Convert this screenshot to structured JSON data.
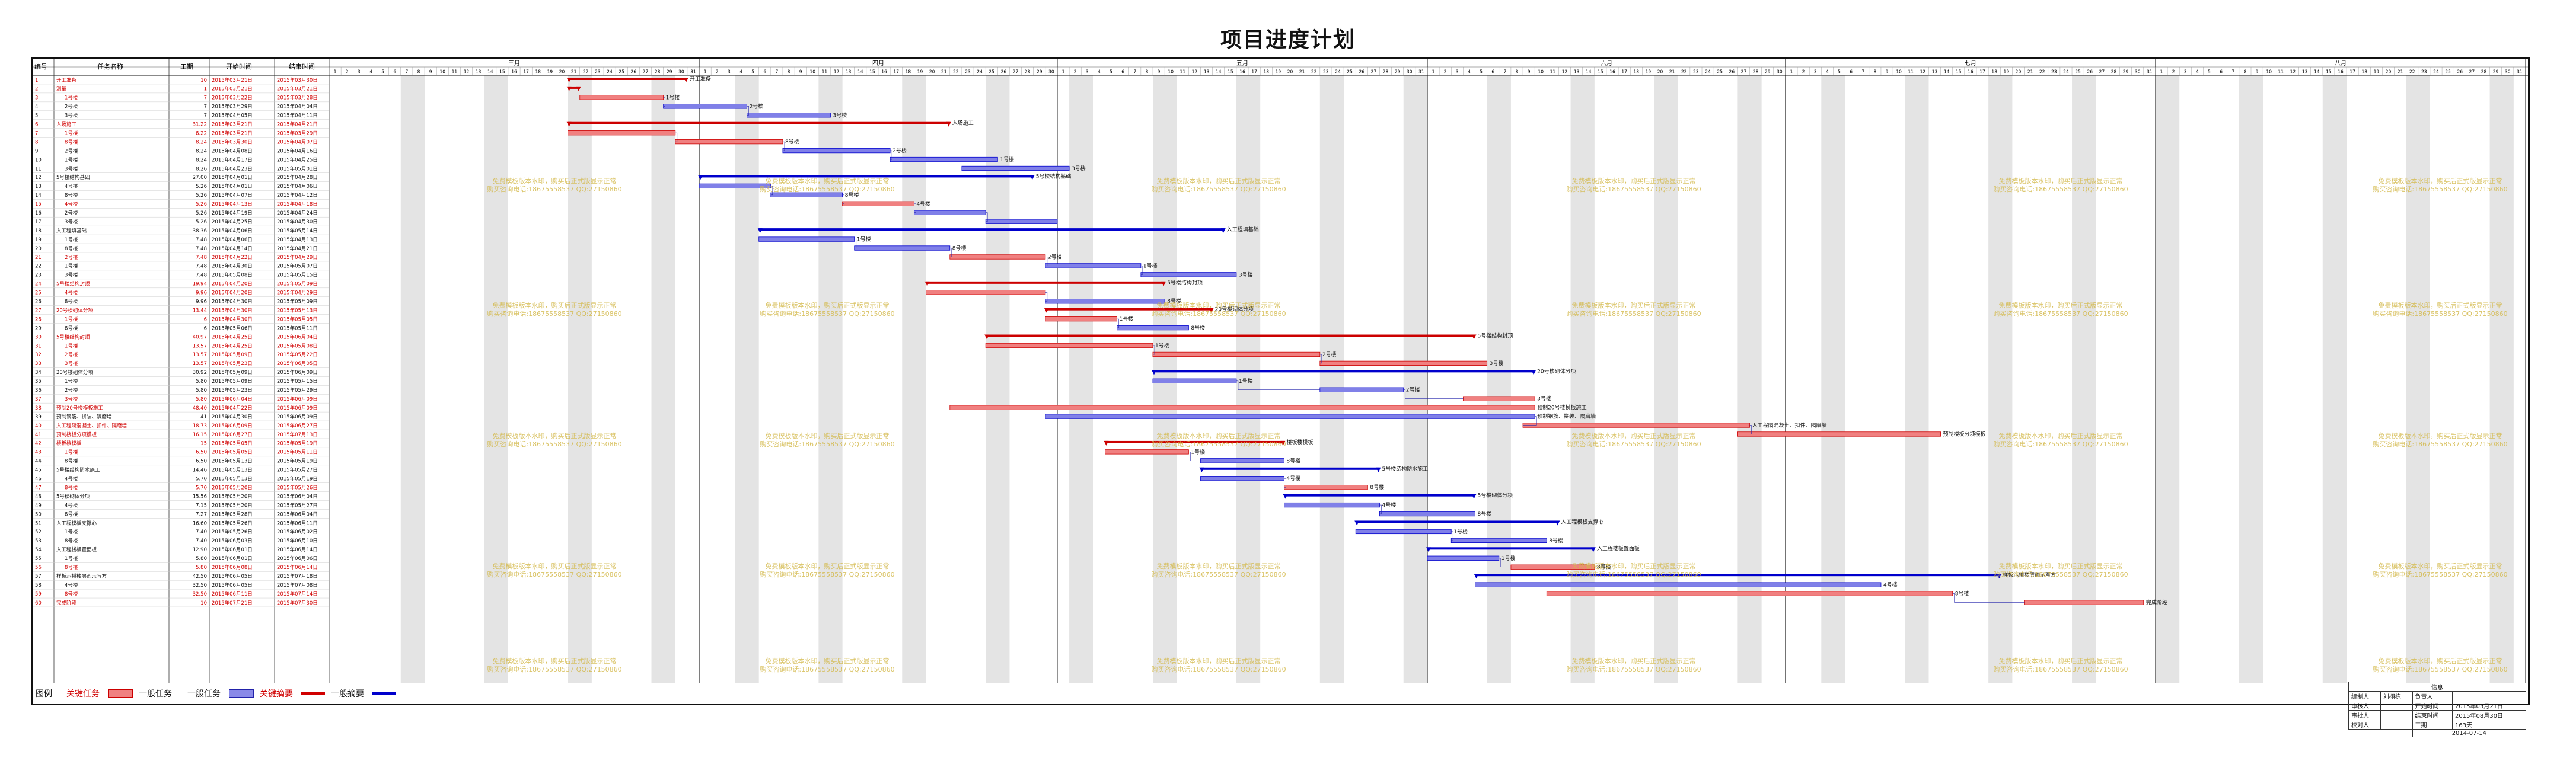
{
  "title": "项目进度计划",
  "header": {
    "col_id": "编号",
    "col_name": "任务名称",
    "col_dur": "工期",
    "col_start": "开始时间",
    "col_end": "结束时间"
  },
  "months": [
    "三月",
    "四月",
    "五月",
    "六月",
    "七月",
    "八月"
  ],
  "month_days": [
    31,
    30,
    31,
    30,
    31,
    31
  ],
  "watermark": [
    "免费模板版本水印，购买后正式版显示正常",
    "购买咨询电话:18675558537 QQ:27150860"
  ],
  "legend": {
    "label": "图例",
    "red_task": "关键任务",
    "normal_task": "一般任务",
    "red_summary": "关键摘要",
    "normal_summary": "一般摘要"
  },
  "info": {
    "header": "信息",
    "rows": [
      [
        "编制人",
        "刘栩栋",
        "负责人",
        ""
      ],
      [
        "审核人",
        "",
        "开始时间",
        "2015年03月21日"
      ],
      [
        "审批人",
        "",
        "结束时间",
        "2015年08月30日"
      ],
      [
        "校对人",
        "",
        "工期",
        "163天"
      ]
    ],
    "date": "2014-07-14"
  },
  "colors": {
    "red_fill": "#f08080",
    "red_line": "#cc0000",
    "blue_fill": "#8080e8",
    "blue_line": "#0000cc",
    "weekend": "#e4e4e4"
  },
  "tasks": [
    {
      "id": "1",
      "name": "开工准备",
      "dur": "10",
      "start": "2015年03月21日",
      "end": "2015年03月30日",
      "s": 20,
      "e": 29,
      "type": "rs",
      "lvl": 0,
      "label": "开工准备"
    },
    {
      "id": "2",
      "name": "测量",
      "dur": "1",
      "start": "2015年03月21日",
      "end": "2015年03月21日",
      "s": 20,
      "e": 20,
      "type": "rs",
      "lvl": 0,
      "label": ""
    },
    {
      "id": "3",
      "name": "1号楼",
      "dur": "7",
      "start": "2015年03月22日",
      "end": "2015年03月28日",
      "s": 21,
      "e": 27,
      "type": "r",
      "lvl": 1,
      "label": "1号楼"
    },
    {
      "id": "4",
      "name": "2号楼",
      "dur": "7",
      "start": "2015年03月29日",
      "end": "2015年04月04日",
      "s": 28,
      "e": 34,
      "type": "b",
      "lvl": 1,
      "label": "2号楼"
    },
    {
      "id": "5",
      "name": "3号楼",
      "dur": "7",
      "start": "2015年04月05日",
      "end": "2015年04月11日",
      "s": 35,
      "e": 41,
      "type": "b",
      "lvl": 1,
      "label": "3号楼"
    },
    {
      "id": "6",
      "name": "入场施工",
      "dur": "31.22",
      "start": "2015年03月21日",
      "end": "2015年04月21日",
      "s": 20,
      "e": 51,
      "type": "rs",
      "lvl": 0,
      "label": "入场施工"
    },
    {
      "id": "7",
      "name": "1号楼",
      "dur": "8.22",
      "start": "2015年03月21日",
      "end": "2015年03月29日",
      "s": 20,
      "e": 28,
      "type": "r",
      "lvl": 1,
      "label": ""
    },
    {
      "id": "8",
      "name": "8号楼",
      "dur": "8.24",
      "start": "2015年03月30日",
      "end": "2015年04月07日",
      "s": 29,
      "e": 37,
      "type": "r",
      "lvl": 1,
      "label": "8号楼"
    },
    {
      "id": "9",
      "name": "2号楼",
      "dur": "8.24",
      "start": "2015年04月08日",
      "end": "2015年04月16日",
      "s": 38,
      "e": 46,
      "type": "b",
      "lvl": 1,
      "label": "2号楼"
    },
    {
      "id": "10",
      "name": "1号楼",
      "dur": "8.24",
      "start": "2015年04月17日",
      "end": "2015年04月25日",
      "s": 47,
      "e": 55,
      "type": "b",
      "lvl": 1,
      "label": "1号楼"
    },
    {
      "id": "11",
      "name": "3号楼",
      "dur": "8.26",
      "start": "2015年04月23日",
      "end": "2015年05月01日",
      "s": 53,
      "e": 61,
      "type": "b",
      "lvl": 1,
      "label": "3号楼"
    },
    {
      "id": "12",
      "name": "5号楼结构基础",
      "dur": "27.00",
      "start": "2015年04月01日",
      "end": "2015年04月28日",
      "s": 31,
      "e": 58,
      "type": "bs",
      "lvl": 0,
      "label": "5号楼结构基础"
    },
    {
      "id": "13",
      "name": "4号楼",
      "dur": "5.26",
      "start": "2015年04月01日",
      "end": "2015年04月06日",
      "s": 31,
      "e": 36,
      "type": "b",
      "lvl": 1,
      "label": ""
    },
    {
      "id": "14",
      "name": "8号楼",
      "dur": "5.26",
      "start": "2015年04月07日",
      "end": "2015年04月12日",
      "s": 37,
      "e": 42,
      "type": "b",
      "lvl": 1,
      "label": "8号楼"
    },
    {
      "id": "15",
      "name": "4号楼",
      "dur": "5.26",
      "start": "2015年04月13日",
      "end": "2015年04月18日",
      "s": 43,
      "e": 48,
      "type": "r",
      "lvl": 1,
      "label": "4号楼"
    },
    {
      "id": "16",
      "name": "2号楼",
      "dur": "5.26",
      "start": "2015年04月19日",
      "end": "2015年04月24日",
      "s": 49,
      "e": 54,
      "type": "b",
      "lvl": 1,
      "label": ""
    },
    {
      "id": "17",
      "name": "3号楼",
      "dur": "5.26",
      "start": "2015年04月25日",
      "end": "2015年04月30日",
      "s": 55,
      "e": 60,
      "type": "b",
      "lvl": 1,
      "label": ""
    },
    {
      "id": "18",
      "name": "入工程填基础",
      "dur": "38.36",
      "start": "2015年04月06日",
      "end": "2015年05月14日",
      "s": 36,
      "e": 74,
      "type": "bs",
      "lvl": 0,
      "label": "入工程填基础"
    },
    {
      "id": "19",
      "name": "1号楼",
      "dur": "7.48",
      "start": "2015年04月06日",
      "end": "2015年04月13日",
      "s": 36,
      "e": 43,
      "type": "b",
      "lvl": 1,
      "label": "1号楼"
    },
    {
      "id": "20",
      "name": "8号楼",
      "dur": "7.48",
      "start": "2015年04月14日",
      "end": "2015年04月21日",
      "s": 44,
      "e": 51,
      "type": "b",
      "lvl": 1,
      "label": "8号楼"
    },
    {
      "id": "21",
      "name": "2号楼",
      "dur": "7.48",
      "start": "2015年04月22日",
      "end": "2015年04月29日",
      "s": 52,
      "e": 59,
      "type": "r",
      "lvl": 1,
      "label": "2号楼"
    },
    {
      "id": "22",
      "name": "1号楼",
      "dur": "7.48",
      "start": "2015年04月30日",
      "end": "2015年05月07日",
      "s": 60,
      "e": 67,
      "type": "b",
      "lvl": 1,
      "label": "1号楼"
    },
    {
      "id": "23",
      "name": "3号楼",
      "dur": "7.48",
      "start": "2015年05月08日",
      "end": "2015年05月15日",
      "s": 68,
      "e": 75,
      "type": "b",
      "lvl": 1,
      "label": "3号楼"
    },
    {
      "id": "24",
      "name": "5号楼结构封顶",
      "dur": "19.94",
      "start": "2015年04月20日",
      "end": "2015年05月09日",
      "s": 50,
      "e": 69,
      "type": "rs",
      "lvl": 0,
      "label": "5号楼结构封顶"
    },
    {
      "id": "25",
      "name": "4号楼",
      "dur": "9.96",
      "start": "2015年04月20日",
      "end": "2015年04月29日",
      "s": 50,
      "e": 59,
      "type": "r",
      "lvl": 1,
      "label": ""
    },
    {
      "id": "26",
      "name": "8号楼",
      "dur": "9.96",
      "start": "2015年04月30日",
      "end": "2015年05月09日",
      "s": 60,
      "e": 69,
      "type": "b",
      "lvl": 1,
      "label": "8号楼"
    },
    {
      "id": "27",
      "name": "20号楼砌体分项",
      "dur": "13.44",
      "start": "2015年04月30日",
      "end": "2015年05月13日",
      "s": 60,
      "e": 73,
      "type": "rs",
      "lvl": 0,
      "label": "20号楼砌体分项"
    },
    {
      "id": "28",
      "name": "1号楼",
      "dur": "6",
      "start": "2015年04月30日",
      "end": "2015年05月05日",
      "s": 60,
      "e": 65,
      "type": "r",
      "lvl": 1,
      "label": "1号楼"
    },
    {
      "id": "29",
      "name": "8号楼",
      "dur": "6",
      "start": "2015年05月06日",
      "end": "2015年05月11日",
      "s": 66,
      "e": 71,
      "type": "b",
      "lvl": 1,
      "label": "8号楼"
    },
    {
      "id": "30",
      "name": "5号楼结构封顶",
      "dur": "40.97",
      "start": "2015年04月25日",
      "end": "2015年06月04日",
      "s": 55,
      "e": 95,
      "type": "rs",
      "lvl": 0,
      "label": "5号楼结构封顶"
    },
    {
      "id": "31",
      "name": "1号楼",
      "dur": "13.57",
      "start": "2015年04月25日",
      "end": "2015年05月08日",
      "s": 55,
      "e": 68,
      "type": "r",
      "lvl": 1,
      "label": "1号楼"
    },
    {
      "id": "32",
      "name": "2号楼",
      "dur": "13.57",
      "start": "2015年05月09日",
      "end": "2015年05月22日",
      "s": 69,
      "e": 82,
      "type": "r",
      "lvl": 1,
      "label": "2号楼"
    },
    {
      "id": "33",
      "name": "3号楼",
      "dur": "13.57",
      "start": "2015年05月23日",
      "end": "2015年06月05日",
      "s": 83,
      "e": 96,
      "type": "r",
      "lvl": 1,
      "label": "3号楼"
    },
    {
      "id": "34",
      "name": "20号楼砌体分项",
      "dur": "30.92",
      "start": "2015年05月09日",
      "end": "2015年06月09日",
      "s": 69,
      "e": 100,
      "type": "bs",
      "lvl": 0,
      "label": "20号楼砌体分项"
    },
    {
      "id": "35",
      "name": "1号楼",
      "dur": "5.80",
      "start": "2015年05月09日",
      "end": "2015年05月15日",
      "s": 69,
      "e": 75,
      "type": "b",
      "lvl": 1,
      "label": "1号楼"
    },
    {
      "id": "36",
      "name": "2号楼",
      "dur": "5.80",
      "start": "2015年05月23日",
      "end": "2015年05月29日",
      "s": 83,
      "e": 89,
      "type": "b",
      "lvl": 1,
      "label": "2号楼"
    },
    {
      "id": "37",
      "name": "3号楼",
      "dur": "5.80",
      "start": "2015年06月04日",
      "end": "2015年06月09日",
      "s": 95,
      "e": 100,
      "type": "r",
      "lvl": 1,
      "label": "3号楼"
    },
    {
      "id": "38",
      "name": "预制20号楼模板施工",
      "dur": "48.40",
      "start": "2015年04月22日",
      "end": "2015年06月09日",
      "s": 52,
      "e": 100,
      "type": "r",
      "lvl": 0,
      "label": "预制20号楼模板施工"
    },
    {
      "id": "39",
      "name": "预制钢筋、拼装、隔磨墙",
      "dur": "41",
      "start": "2015年04月30日",
      "end": "2015年06月09日",
      "s": 60,
      "e": 100,
      "type": "b",
      "lvl": 0,
      "label": "预制钢筋、拼装、隔磨墙"
    },
    {
      "id": "40",
      "name": "入工程隔混凝土、扣件、隔磨墙",
      "dur": "18.73",
      "start": "2015年06月09日",
      "end": "2015年06月27日",
      "s": 100,
      "e": 118,
      "type": "r",
      "lvl": 0,
      "label": "入工程隔混凝土、扣件、隔磨墙"
    },
    {
      "id": "41",
      "name": "预制楼板分项模板",
      "dur": "16.15",
      "start": "2015年06月27日",
      "end": "2015年07月13日",
      "s": 118,
      "e": 134,
      "type": "r",
      "lvl": 0,
      "label": "预制楼板分项模板"
    },
    {
      "id": "42",
      "name": "楼板楼模板",
      "dur": "15",
      "start": "2015年05月05日",
      "end": "2015年05月19日",
      "s": 65,
      "e": 79,
      "type": "rs",
      "lvl": 0,
      "label": "楼板楼模板"
    },
    {
      "id": "43",
      "name": "1号楼",
      "dur": "6.50",
      "start": "2015年05月05日",
      "end": "2015年05月11日",
      "s": 65,
      "e": 71,
      "type": "r",
      "lvl": 1,
      "label": "1号楼"
    },
    {
      "id": "44",
      "name": "8号楼",
      "dur": "6.50",
      "start": "2015年05月13日",
      "end": "2015年05月19日",
      "s": 73,
      "e": 79,
      "type": "b",
      "lvl": 1,
      "label": "8号楼"
    },
    {
      "id": "45",
      "name": "5号楼结构防水施工",
      "dur": "14.46",
      "start": "2015年05月13日",
      "end": "2015年05月27日",
      "s": 73,
      "e": 87,
      "type": "bs",
      "lvl": 0,
      "label": "5号楼结构防水施工"
    },
    {
      "id": "46",
      "name": "4号楼",
      "dur": "5.70",
      "start": "2015年05月13日",
      "end": "2015年05月19日",
      "s": 73,
      "e": 79,
      "type": "b",
      "lvl": 1,
      "label": "4号楼"
    },
    {
      "id": "47",
      "name": "8号楼",
      "dur": "5.70",
      "start": "2015年05月20日",
      "end": "2015年05月26日",
      "s": 80,
      "e": 86,
      "type": "r",
      "lvl": 1,
      "label": "8号楼"
    },
    {
      "id": "48",
      "name": "5号楼砌体分项",
      "dur": "15.56",
      "start": "2015年05月20日",
      "end": "2015年06月04日",
      "s": 80,
      "e": 95,
      "type": "bs",
      "lvl": 0,
      "label": "5号楼砌体分项"
    },
    {
      "id": "49",
      "name": "4号楼",
      "dur": "7.15",
      "start": "2015年05月20日",
      "end": "2015年05月27日",
      "s": 80,
      "e": 87,
      "type": "b",
      "lvl": 1,
      "label": "4号楼"
    },
    {
      "id": "50",
      "name": "8号楼",
      "dur": "7.27",
      "start": "2015年05月28日",
      "end": "2015年06月04日",
      "s": 88,
      "e": 95,
      "type": "b",
      "lvl": 1,
      "label": "8号楼"
    },
    {
      "id": "51",
      "name": "入工程模板支撑心",
      "dur": "16.60",
      "start": "2015年05月26日",
      "end": "2015年06月11日",
      "s": 86,
      "e": 102,
      "type": "bs",
      "lvl": 0,
      "label": "入工程模板支撑心"
    },
    {
      "id": "52",
      "name": "1号楼",
      "dur": "7.40",
      "start": "2015年05月26日",
      "end": "2015年06月02日",
      "s": 86,
      "e": 93,
      "type": "b",
      "lvl": 1,
      "label": "1号楼"
    },
    {
      "id": "53",
      "name": "8号楼",
      "dur": "7.40",
      "start": "2015年06月03日",
      "end": "2015年06月10日",
      "s": 94,
      "e": 101,
      "type": "b",
      "lvl": 1,
      "label": "8号楼"
    },
    {
      "id": "54",
      "name": "入工程楼板置面板",
      "dur": "12.90",
      "start": "2015年06月01日",
      "end": "2015年06月14日",
      "s": 92,
      "e": 105,
      "type": "bs",
      "lvl": 0,
      "label": "入工程楼板置面板"
    },
    {
      "id": "55",
      "name": "1号楼",
      "dur": "5.80",
      "start": "2015年06月01日",
      "end": "2015年06月06日",
      "s": 92,
      "e": 97,
      "type": "b",
      "lvl": 1,
      "label": "1号楼"
    },
    {
      "id": "56",
      "name": "8号楼",
      "dur": "5.80",
      "start": "2015年06月08日",
      "end": "2015年06月14日",
      "s": 99,
      "e": 105,
      "type": "r",
      "lvl": 1,
      "label": "8号楼"
    },
    {
      "id": "57",
      "name": "样板示播楼层面示写方",
      "dur": "42.50",
      "start": "2015年06月05日",
      "end": "2015年07月18日",
      "s": 96,
      "e": 139,
      "type": "bs",
      "lvl": 0,
      "label": "样板示播楼层面示写方"
    },
    {
      "id": "58",
      "name": "4号楼",
      "dur": "32.50",
      "start": "2015年06月05日",
      "end": "2015年07月08日",
      "s": 96,
      "e": 129,
      "type": "b",
      "lvl": 1,
      "label": "4号楼"
    },
    {
      "id": "59",
      "name": "8号楼",
      "dur": "32.50",
      "start": "2015年06月11日",
      "end": "2015年07月14日",
      "s": 102,
      "e": 135,
      "type": "r",
      "lvl": 1,
      "label": "8号楼"
    },
    {
      "id": "60",
      "name": "完成阶段",
      "dur": "10",
      "start": "2015年07月21日",
      "end": "2015年07月30日",
      "s": 142,
      "e": 151,
      "type": "r",
      "lvl": 0,
      "label": "完成阶段"
    }
  ]
}
